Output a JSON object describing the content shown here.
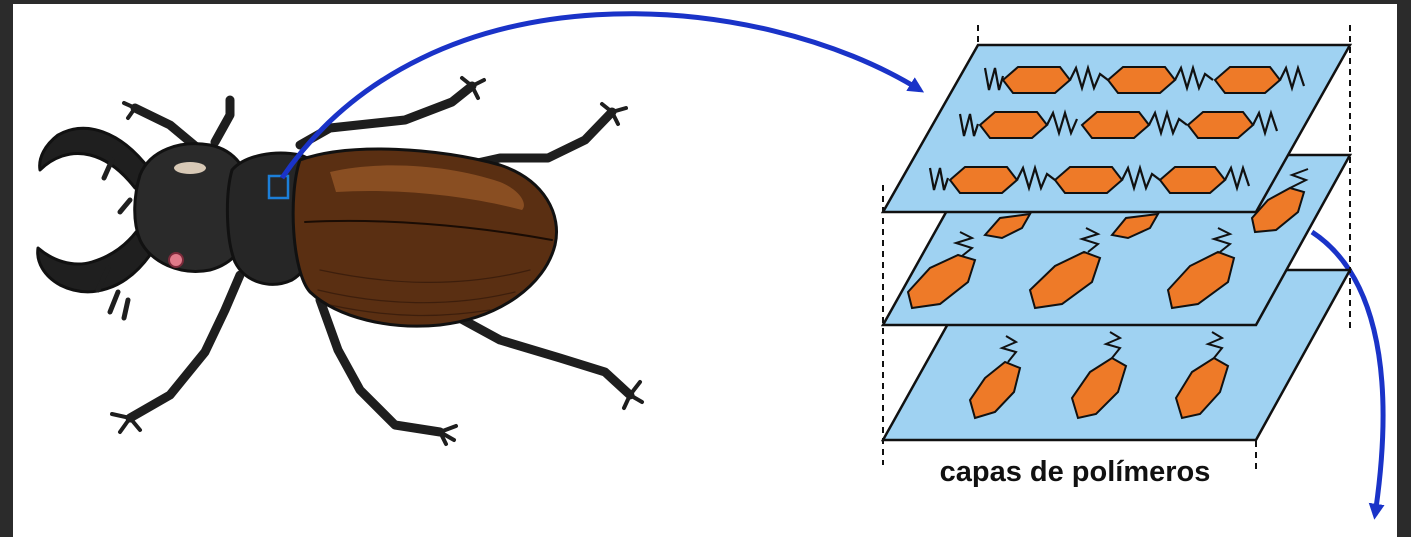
{
  "figure": {
    "caption": "capas de polímeros",
    "colors": {
      "background": "#ffffff",
      "frame": "#2b2b2b",
      "arrow": "#1a33c8",
      "layer_fill": "#9fd2f2",
      "layer_edge": "#111111",
      "crystal_fill": "#ee7a28",
      "elytra": "#5a2f12",
      "beetle_dark": "#242424",
      "highlight_box": "#1c7fd8"
    },
    "icons": {
      "beetle": "stag-beetle-illustration",
      "layers": "stacked-polymer-layers",
      "arrow_top": "curved-arrow",
      "arrow_right": "curved-arrow-down"
    },
    "layers": [
      {
        "orientation": "horizontal",
        "rows": 3
      },
      {
        "orientation": "diagonal",
        "rows": 1
      },
      {
        "orientation": "diagonal",
        "rows": 1
      }
    ]
  }
}
